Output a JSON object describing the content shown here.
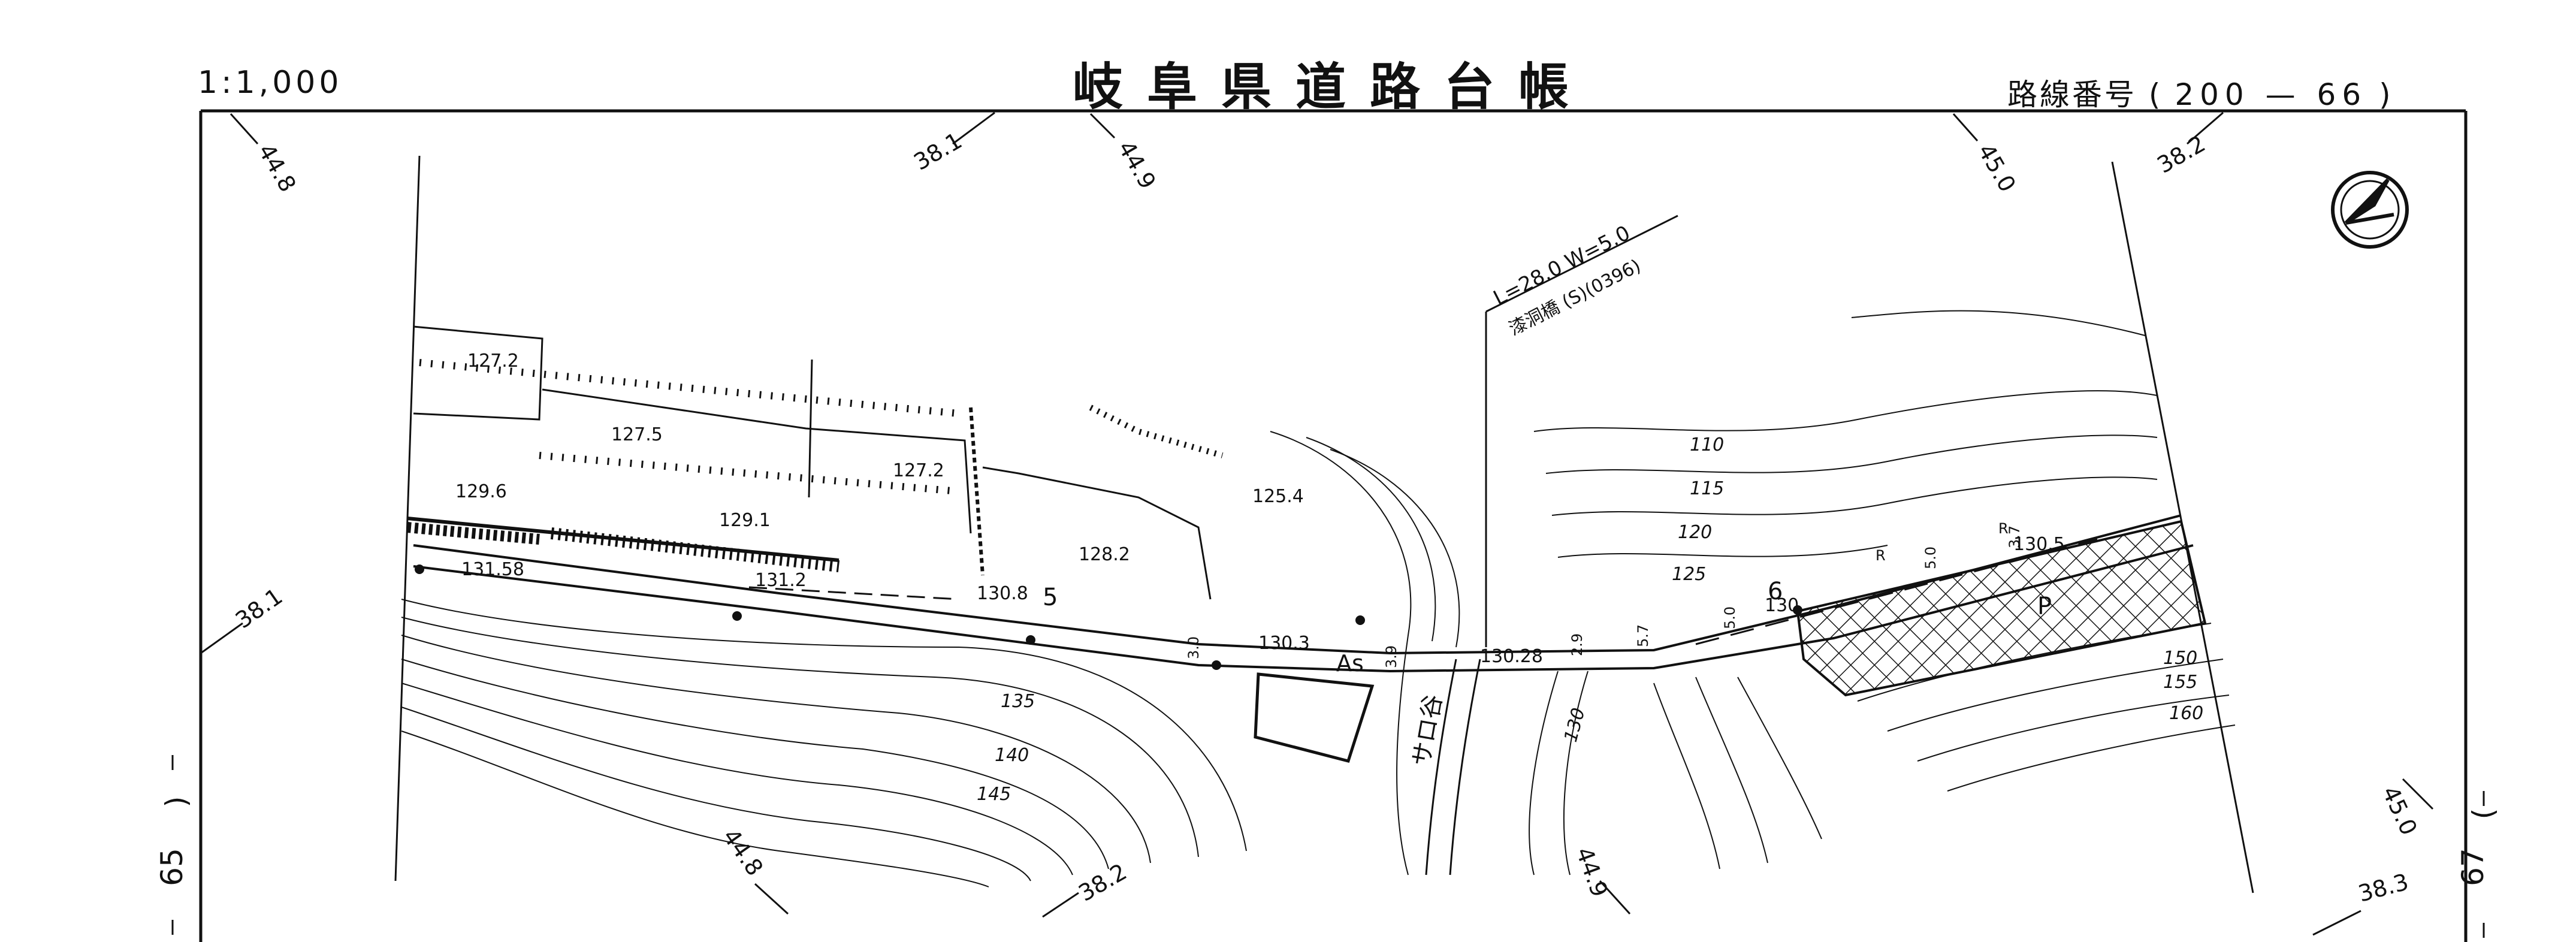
{
  "header": {
    "scale": "1:1,000",
    "title": "岐阜県道路台帳",
    "route_label": "路線番号",
    "route_number": "200 — 66"
  },
  "sheet_refs": {
    "left": "65",
    "right": "67"
  },
  "grid_coords": [
    "44.8",
    "38.1",
    "44.9",
    "45.0",
    "38.2",
    "38.1",
    "44.8",
    "38.2",
    "44.9",
    "45.0",
    "38.3"
  ],
  "bridge": {
    "dims": "L=28.0 W=5.0",
    "name": "漆洞橋 (S)(0396)"
  },
  "elevations": [
    "127.2",
    "127.5",
    "127.2",
    "129.6",
    "129.1",
    "128.2",
    "125.4",
    "131.58",
    "131.2",
    "130.8",
    "130.3",
    "130.28",
    "130.5",
    "130"
  ],
  "contours": [
    "110",
    "115",
    "120",
    "125",
    "130",
    "135",
    "140",
    "145",
    "150",
    "155",
    "160"
  ],
  "road_widths": [
    "3.0",
    "3.9",
    "2.9",
    "5.7",
    "5.0",
    "5.0",
    "3.7"
  ],
  "labels": {
    "surface": "As",
    "station_5": "5",
    "station_6": "6",
    "river": "サロ谷",
    "parking": "P",
    "r_mark": "R"
  },
  "north_icon": "north-arrow-icon"
}
